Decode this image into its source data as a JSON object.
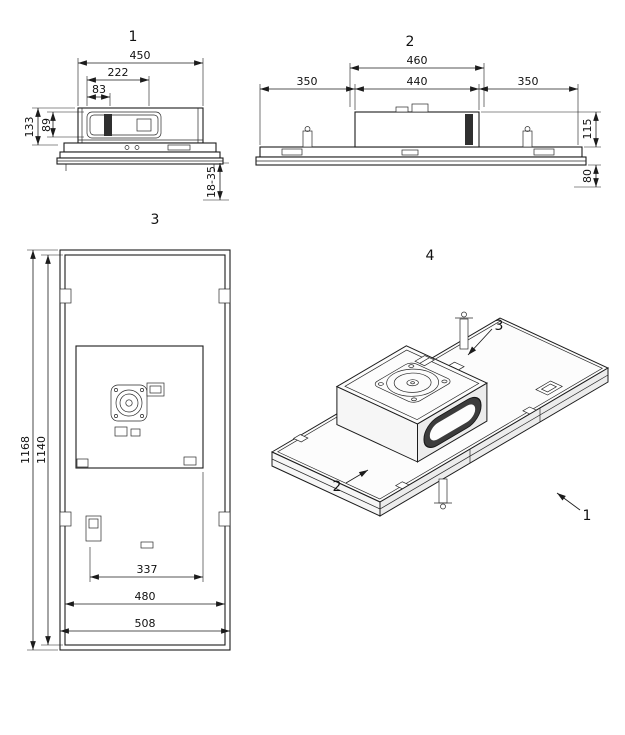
{
  "drawing": {
    "background": "#ffffff",
    "line_color": "#1c1c1c"
  },
  "views": {
    "v1": {
      "label": "1",
      "dims": {
        "w450": "450",
        "w222": "222",
        "w83": "83",
        "h89": "89",
        "h133": "133",
        "h18_35": "18-35"
      }
    },
    "v2": {
      "label": "2",
      "dims": {
        "w460": "460",
        "w350l": "350",
        "w440": "440",
        "w350r": "350",
        "h115": "115",
        "h80": "80"
      }
    },
    "v3": {
      "label": "3",
      "dims": {
        "h1168": "1168",
        "h1140": "1140",
        "w337": "337",
        "w480": "480",
        "w508": "508"
      }
    },
    "v4": {
      "label": "4",
      "callouts": {
        "c3": "3",
        "c2": "2",
        "c1": "1"
      }
    }
  }
}
